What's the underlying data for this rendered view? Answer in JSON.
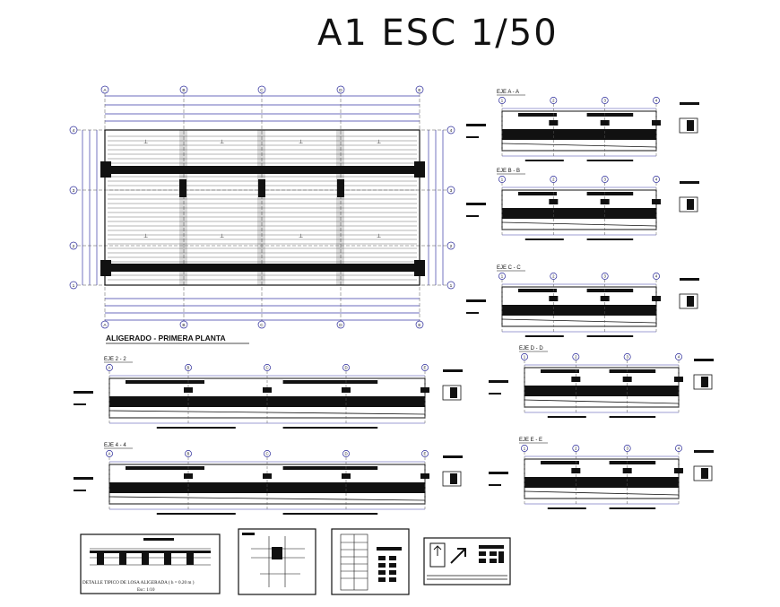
{
  "sheet": {
    "title": "A1 ESC 1/50"
  },
  "plan": {
    "title": "ALIGERADO - PRIMERA PLANTA",
    "col_axes": [
      "A",
      "B",
      "C",
      "D",
      "E"
    ],
    "row_axes": [
      "4",
      "3",
      "2",
      "1"
    ]
  },
  "sections_right": [
    {
      "label": "EJE A - A",
      "axes": [
        "1",
        "2",
        "3",
        "4"
      ]
    },
    {
      "label": "EJE B - B",
      "axes": [
        "1",
        "2",
        "3",
        "4"
      ]
    },
    {
      "label": "EJE C - C",
      "axes": [
        "1",
        "2",
        "3",
        "4"
      ]
    },
    {
      "label": "EJE D - D",
      "axes": [
        "1",
        "2",
        "3",
        "4"
      ]
    },
    {
      "label": "EJE E - E",
      "axes": [
        "1",
        "2",
        "3",
        "4"
      ]
    }
  ],
  "sections_left": [
    {
      "label": "EJE 2 - 2",
      "axes": [
        "A",
        "B",
        "C",
        "D",
        "E"
      ]
    },
    {
      "label": "EJE 4 - 4",
      "axes": [
        "A",
        "B",
        "C",
        "D",
        "E"
      ]
    }
  ],
  "detail": {
    "caption": "DETALLE TIPICO DE LOSA ALIGERADA ( h = 0.20 m )",
    "scale": "Esc: 1/10"
  },
  "colors": {
    "ink": "#111111",
    "axis": "#2a2a9a",
    "dim": "#3a3aa8",
    "label": "#1a1a1a"
  }
}
